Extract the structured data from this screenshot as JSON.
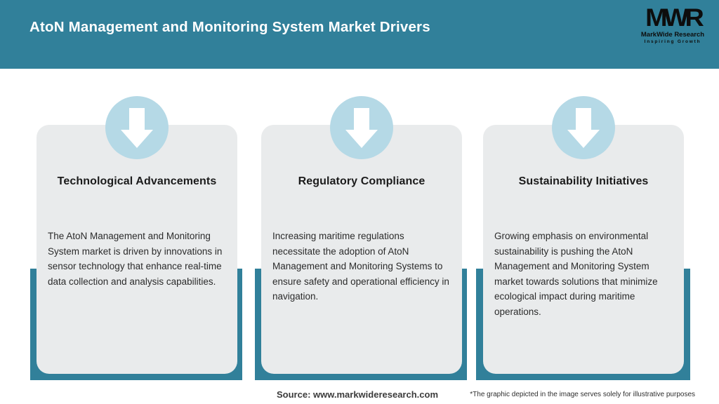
{
  "header": {
    "title": "AtoN Management and Monitoring System Market Drivers",
    "logo": {
      "acronym": "MWR",
      "name": "MarkWide Research",
      "tagline": "Inspiring Growth"
    }
  },
  "cards": [
    {
      "icon": "down-arrow-icon",
      "title": "Technological Advancements",
      "description": "The AtoN Management and Monitoring System market is driven by innovations in sensor technology that enhance real-time data collection and analysis capabilities."
    },
    {
      "icon": "down-arrow-icon",
      "title": "Regulatory Compliance",
      "description": "Increasing maritime regulations necessitate the adoption of AtoN Management and Monitoring Systems to ensure safety and operational efficiency in navigation."
    },
    {
      "icon": "down-arrow-icon",
      "title": "Sustainability Initiatives",
      "description": "Growing emphasis on environmental sustainability is pushing the AtoN Management and Monitoring System market towards solutions that minimize ecological impact during maritime operations."
    }
  ],
  "footer": {
    "source": "Source: www.markwideresearch.com",
    "disclaimer": "*The graphic depicted in the image serves solely for illustrative purposes"
  },
  "colors": {
    "header_teal": "#31809a",
    "backer_teal": "#31809a",
    "card_background": "#e9ebec",
    "circle_blue": "#b5d9e6",
    "arrow_white": "#ffffff",
    "title_white": "#ffffff",
    "heading_text": "#1b1b1b",
    "body_text": "#2b2b2b",
    "logo_black": "#0d0d0d"
  }
}
